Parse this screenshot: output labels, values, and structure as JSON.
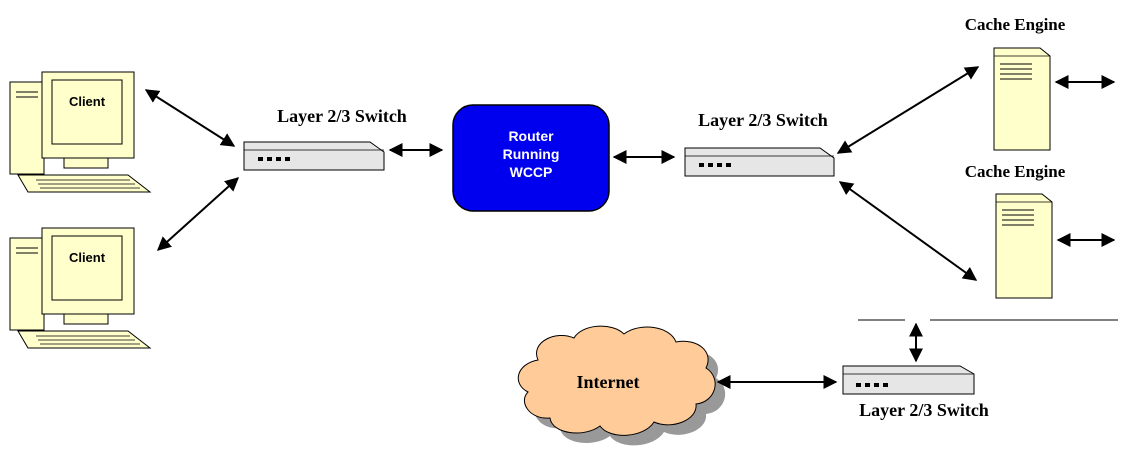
{
  "clients": [
    {
      "label": "Client"
    },
    {
      "label": "Client"
    }
  ],
  "switches": {
    "left": "Layer 2/3 Switch",
    "right": "Layer 2/3 Switch",
    "bottom": "Layer 2/3 Switch"
  },
  "router": {
    "line1": "Router",
    "line2": "Running",
    "line3": "WCCP"
  },
  "cache_engines": [
    {
      "label": "Cache Engine"
    },
    {
      "label": "Cache Engine"
    }
  ],
  "internet": {
    "label": "Internet"
  },
  "colors": {
    "router_fill": "#0000ee",
    "monitor_fill": "#ffffcc",
    "switch_fill": "#e6e6e6",
    "cloud_fill": "#ffcc99",
    "cloud_shadow": "#999999"
  }
}
